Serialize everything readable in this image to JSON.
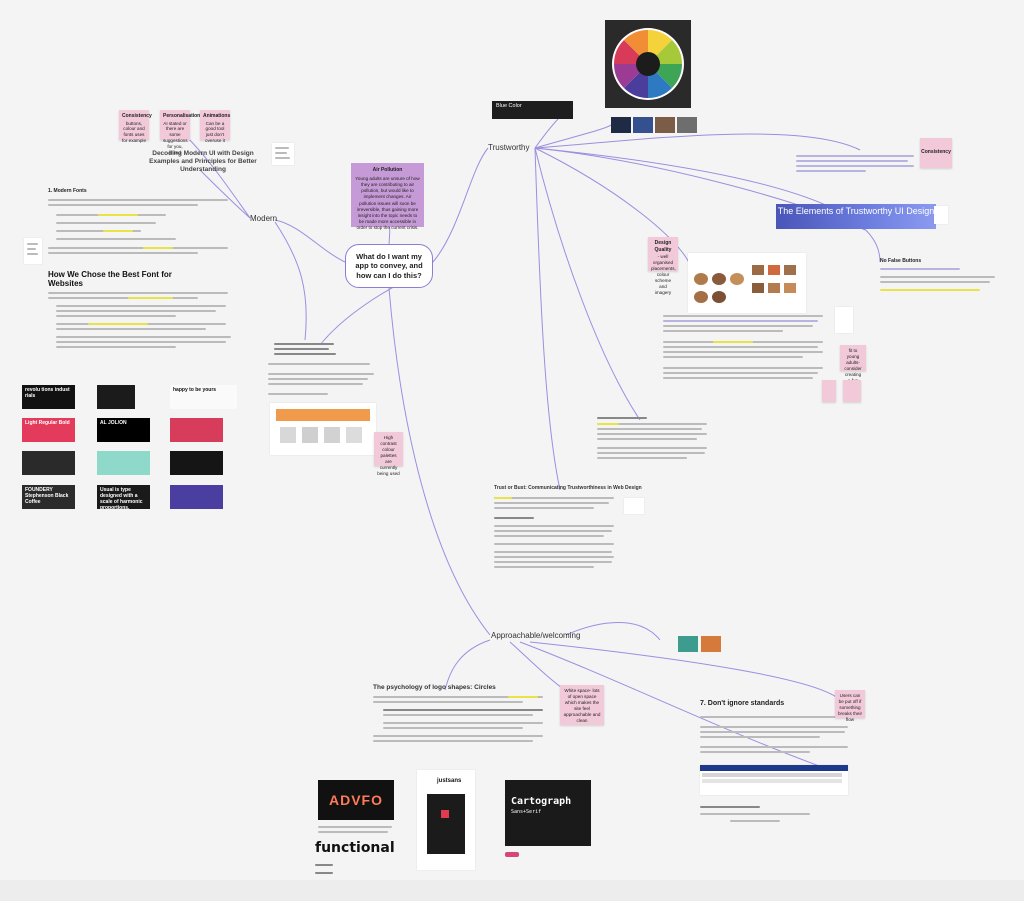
{
  "central": {
    "title": "What do I want my app to convey, and how can I do this?"
  },
  "branches": {
    "modern": "Modern",
    "trustworthy": "Trustworthy",
    "approachable": "Approachable/welcoming"
  },
  "stickies": {
    "consistency": {
      "title": "Consistency",
      "text": "buttons, colour and fonts uses for example"
    },
    "personalisation": {
      "title": "Personalisation",
      "text": "AI stated or there are some suggestions for you, linked"
    },
    "animations": {
      "title": "Animations",
      "text": "Can be a good tool just don't overuse it"
    },
    "consistency_right": {
      "title": "Consistency",
      "text": ""
    },
    "design_quality": {
      "title": "Design Quality",
      "text": "- well organised placements, colour scheme and imagery"
    },
    "fit_young": {
      "title": "",
      "text": "fit to young adults- consider creating a fun design"
    },
    "high_contrast": {
      "title": "",
      "text": "High contrast colour palettes are currently being used"
    },
    "white_space": {
      "title": "",
      "text": "White space- lots of open space which makes the site feel approachable and clean"
    },
    "users_skill": {
      "title": "",
      "text": "Users can be put off if something breaks their flow"
    }
  },
  "air_pollution": {
    "title": "Air Pollution",
    "text": "Young adults are unsure of how they are contributing to air pollution, but would like to implement changes. Air pollution issues will soon be irreversible, thus gaining more insight into the topic needs to be made more accessible in order to stop the current crisis."
  },
  "modern_doc": {
    "title": "Decoding Modern UI with Design Examples and Principles for Better Understanding",
    "section": "1. Modern Fonts",
    "heading": "How We Chose the Best Font for Websites"
  },
  "trust": {
    "blue_color": "Blue Color",
    "heading": "The Elements of Trustworthy UI Design",
    "no_false": "No False Buttons",
    "trust_or_bust": "Trust or Bust: Communicating Trustworthiness in Web Design"
  },
  "approach": {
    "psychology": "The psychology of logo shapes: Circles",
    "dont_ignore": "7. Don't ignore standards",
    "adobe_word": "ADVFO",
    "functional": "functional",
    "cartograph": "Cartograph",
    "cartograph_sub": "Sans+Serif",
    "justsans": "justsans"
  },
  "font_tiles": {
    "t1": "revolu tions indust rials",
    "t3": "happy to be yours",
    "t4": "Light Regular Bold",
    "t5": "AL JOL/ON",
    "t10": "Usual is type designed with a scale of harmonic proportions.",
    "t12": "FOUNDERY Stephenson Black Coffee"
  },
  "colors": {
    "accent": "#8a7fd6",
    "sticky": "#f2c9d8",
    "purple_note": "#c69ad6",
    "swatch_navy": "#1f2a44",
    "swatch_blue": "#35508f",
    "swatch_brown": "#7a5c47",
    "swatch_gray": "#6e6e6e",
    "swatch_teal": "#3e9c8e",
    "swatch_orange": "#d57a3a"
  }
}
